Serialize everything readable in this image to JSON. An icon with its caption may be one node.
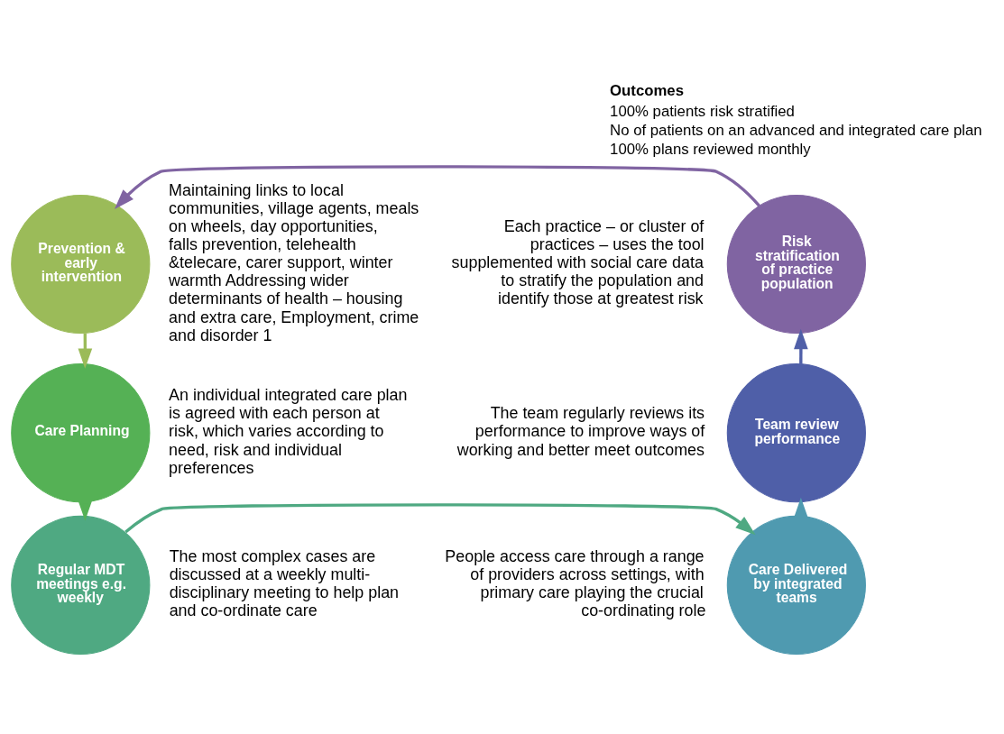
{
  "diagram": {
    "nodes": [
      {
        "text": [
          "Risk stratification of practice population"
        ],
        "beside": [
          "Each practice – or cluster of practices – uses the tool supplemented with social care data to stratify the population and identify those at greatest risk"
        ]
      },
      {
        "text": [
          "Prevention & early intervention"
        ],
        "beside": [
          "Maintaining links to local communities, village agents, meals on wheels, day opportunities, falls prevention, telehealth &telecare, carer support, winter warmth Addressing wider determinants of health – housing and extra care, Employment, crime and disorder 1"
        ]
      },
      {
        "text": [
          "Care Planning"
        ],
        "beside": [
          "An individual integrated care plan is agreed with each person at risk, which varies according to need, risk and individual preferences"
        ]
      },
      {
        "text": [
          "Regular MDT meetings e.g. weekly"
        ],
        "beside": [
          "The most complex cases are discussed at a weekly multi-disciplinary meeting to help plan and co-ordinate care"
        ]
      },
      {
        "text": [
          "Care Delivered by integrated teams"
        ],
        "beside": [
          "People access care through a range of providers across settings, with primary care playing the crucial co-ordinating role"
        ]
      },
      {
        "text": [
          "Team review performance"
        ],
        "beside": [
          "The team regularly reviews its performance to improve ways of working and better meet outcomes"
        ]
      }
    ],
    "edges": [
      {
        "from": 0,
        "to": 1,
        "arrow": "to"
      },
      {
        "from": 1,
        "to": 2,
        "arrow": "to"
      },
      {
        "from": 2,
        "to": 3,
        "arrow": "to"
      },
      {
        "from": 3,
        "to": 4,
        "arrow": "to"
      },
      {
        "from": 4,
        "to": 5,
        "arrow": "to"
      },
      {
        "from": 5,
        "to": 0,
        "arrow": "to"
      }
    ],
    "labels": [
      "Outcomes",
      "100% patients risk stratified",
      "No of patients on an advanced and integrated care plan",
      "100% plans reviewed monthly"
    ]
  }
}
